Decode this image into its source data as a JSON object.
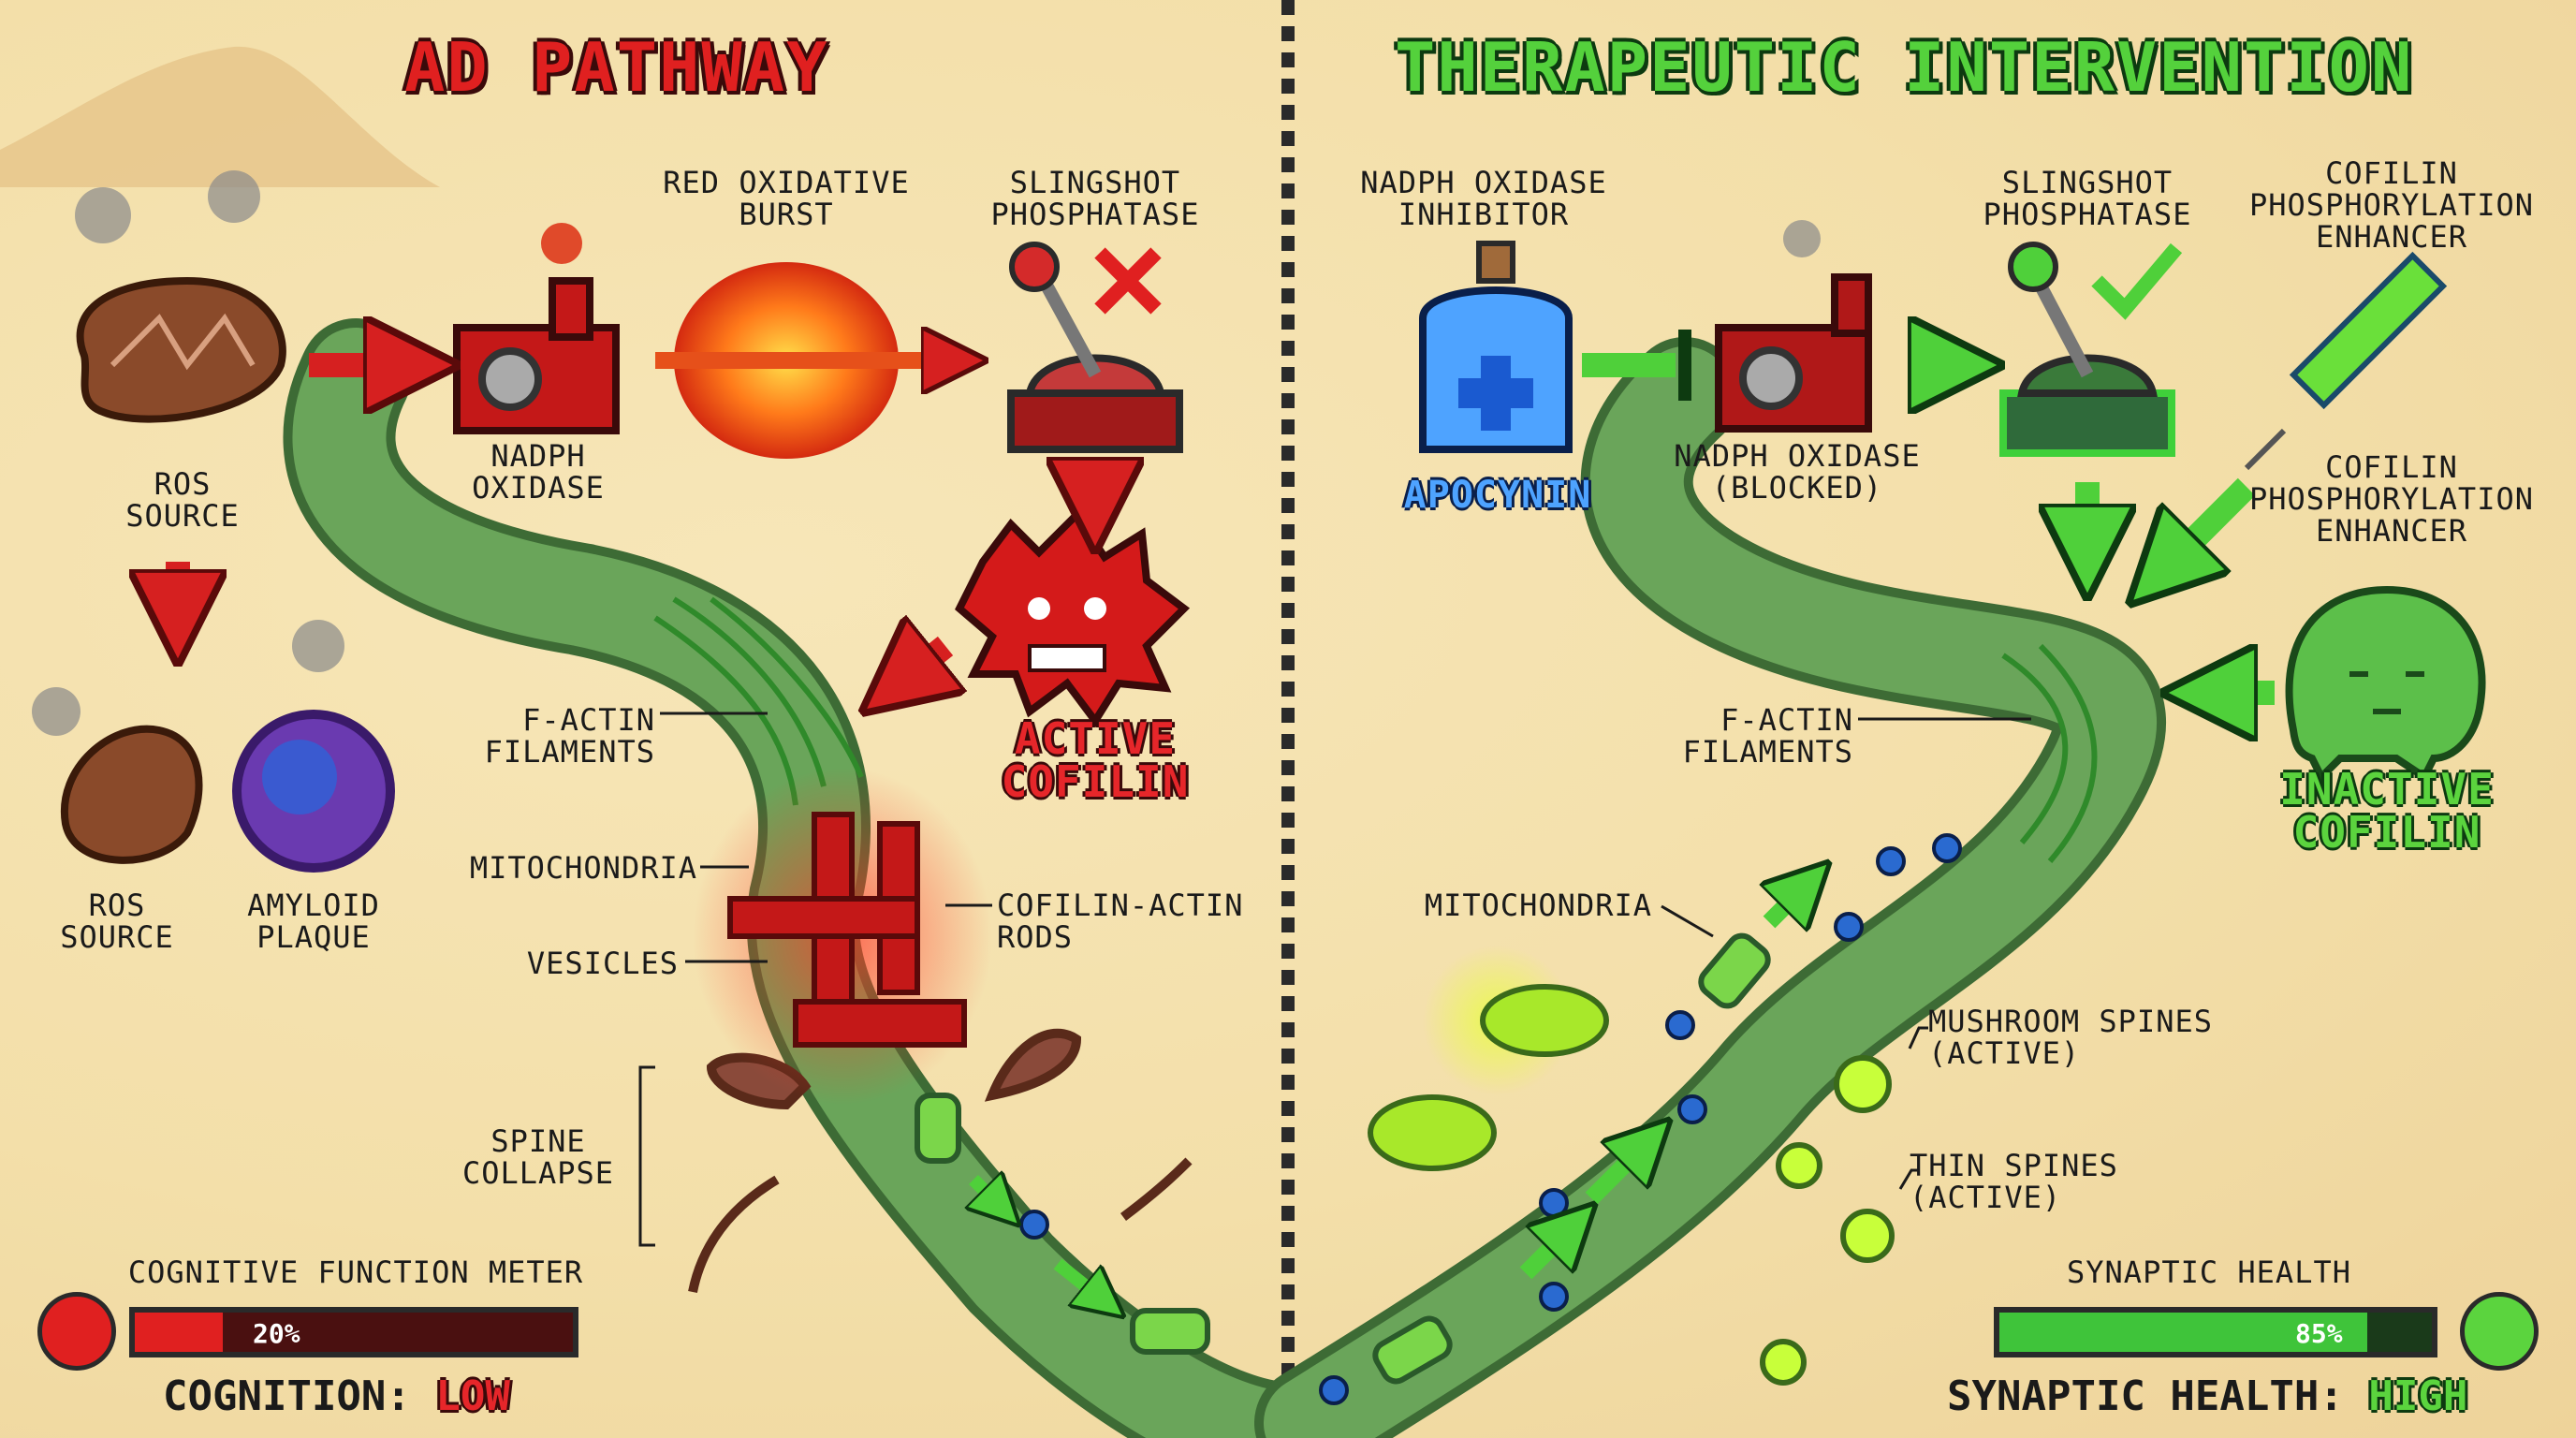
{
  "left_panel": {
    "title": "AD PATHWAY",
    "labels": {
      "ros_source_top": "ROS\nSOURCE",
      "nadph_oxidase": "NADPH\nOXIDASE",
      "red_oxidative_burst": "RED OXIDATIVE\nBURST",
      "slingshot_phosphatase": "SLINGSHOT\nPHOSPHATASE",
      "ros_source_bottom": "ROS\nSOURCE",
      "amyloid_plaque": "AMYLOID\nPLAQUE",
      "f_actin_filaments": "F-ACTIN\nFILAMENTS",
      "mitochondria": "MITOCHONDRIA",
      "vesicles": "VESICLES",
      "cofilin_actin_rods": "COFILIN-ACTIN\nRODS",
      "spine_collapse": "SPINE\nCOLLAPSE"
    },
    "active_cofilin": "ACTIVE\nCOFILIN",
    "meter_title": "COGNITIVE FUNCTION METER",
    "meter_percent": "20%",
    "meter_value": 0.2,
    "status_label": "COGNITION:",
    "status_value": "LOW"
  },
  "right_panel": {
    "title": "THERAPEUTIC INTERVENTION",
    "labels": {
      "nadph_oxidase_inhibitor": "NADPH OXIDASE\nINHIBITOR",
      "nadph_oxidase_blocked": "NADPH OXIDASE\n(BLOCKED)",
      "slingshot_phosphatase": "SLINGSHOT\nPHOSPHATASE",
      "cofilin_enhancer_top": "COFILIN\nPHOSPHORYLATION\nENHANCER",
      "cofilin_enhancer_mid": "COFILIN\nPHOSPHORYLATION\nENHANCER",
      "f_actin_filaments": "F-ACTIN\nFILAMENTS",
      "mitochondria": "MITOCHONDRIA",
      "mushroom_spines": "MUSHROOM SPINES\n(ACTIVE)",
      "thin_spines": "THIN SPINES\n(ACTIVE)"
    },
    "apocynin": "APOCYNIN",
    "inactive_cofilin": "INACTIVE\nCOFILIN",
    "meter_title": "SYNAPTIC HEALTH",
    "meter_percent": "85%",
    "meter_value": 0.85,
    "status_label": "SYNAPTIC HEALTH:",
    "status_value": "HIGH"
  },
  "colors": {
    "background": "#f3dfa9",
    "pathway_red": "#e02020",
    "therapy_green": "#54d13c",
    "dendrite": "#6aa55a",
    "apocynin_blue": "#4ea3ff"
  }
}
